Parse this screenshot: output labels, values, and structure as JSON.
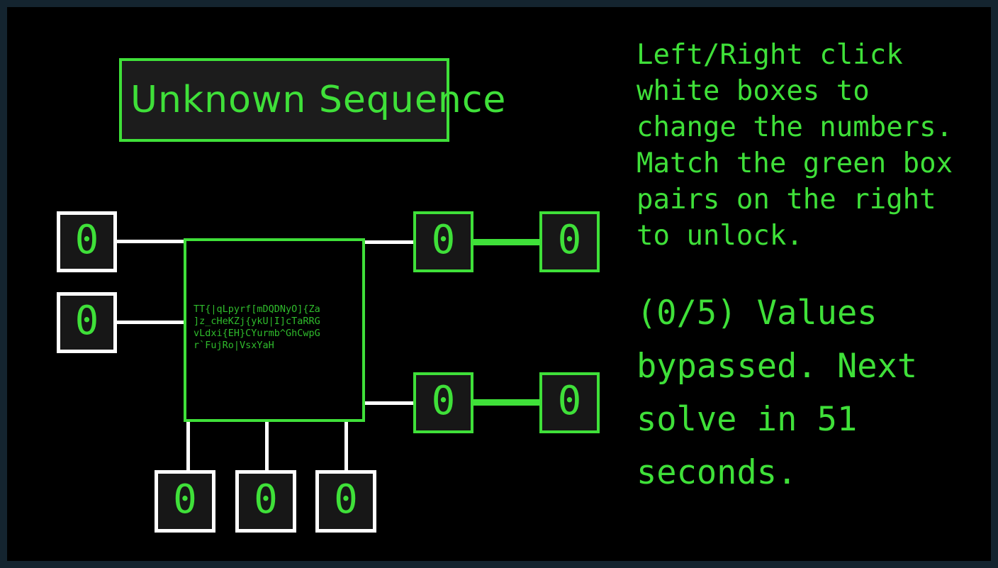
{
  "window": {
    "title": "Unknown Sequence",
    "frame_color": "#14242f",
    "screen_background": "#000000"
  },
  "colors": {
    "green": "#3fe039",
    "dim_green": "#2fbb2c",
    "white": "#ffffff",
    "node_fill": "#171717",
    "title_fill": "#1c1c1c"
  },
  "title": {
    "label": "Unknown Sequence"
  },
  "cipher": {
    "text": "TT{|qLpyrf[mDQDNyO]{Za\n]z_cHeKZj{ykU|I]cTaRRG\nvLdxi{EH}CYurmb^GhCwpG\nr`FujRo|VsxYaH",
    "lines": [
      "TT{|qLpyrf[mDQDNyO]{Za",
      "]z_cHeKZj{ykU|I]cTaRRG",
      "vLdxi{EH}CYurmb^GhCwpG",
      "r`FujRo|VsxYaH"
    ]
  },
  "nodes": {
    "inputs": [
      {
        "id": "in-1",
        "value": "0",
        "style": "white"
      },
      {
        "id": "in-2",
        "value": "0",
        "style": "white"
      }
    ],
    "pairs": [
      {
        "id": "out-1",
        "value": "0",
        "style": "green"
      },
      {
        "id": "out-2",
        "value": "0",
        "style": "green"
      },
      {
        "id": "out-3",
        "value": "0",
        "style": "green"
      },
      {
        "id": "out-4",
        "value": "0",
        "style": "green"
      }
    ],
    "bottom": [
      {
        "id": "bot-1",
        "value": "0",
        "style": "white"
      },
      {
        "id": "bot-2",
        "value": "0",
        "style": "white"
      },
      {
        "id": "bot-3",
        "value": "0",
        "style": "white"
      }
    ]
  },
  "panel": {
    "instructions": "Left/Right click white boxes to change the numbers. Match the green box pairs on the right to unlock.",
    "status": "(0/5) Values bypassed. Next solve in 51 seconds.",
    "values_bypassed": 0,
    "values_total": 5,
    "next_solve_seconds": 51
  }
}
